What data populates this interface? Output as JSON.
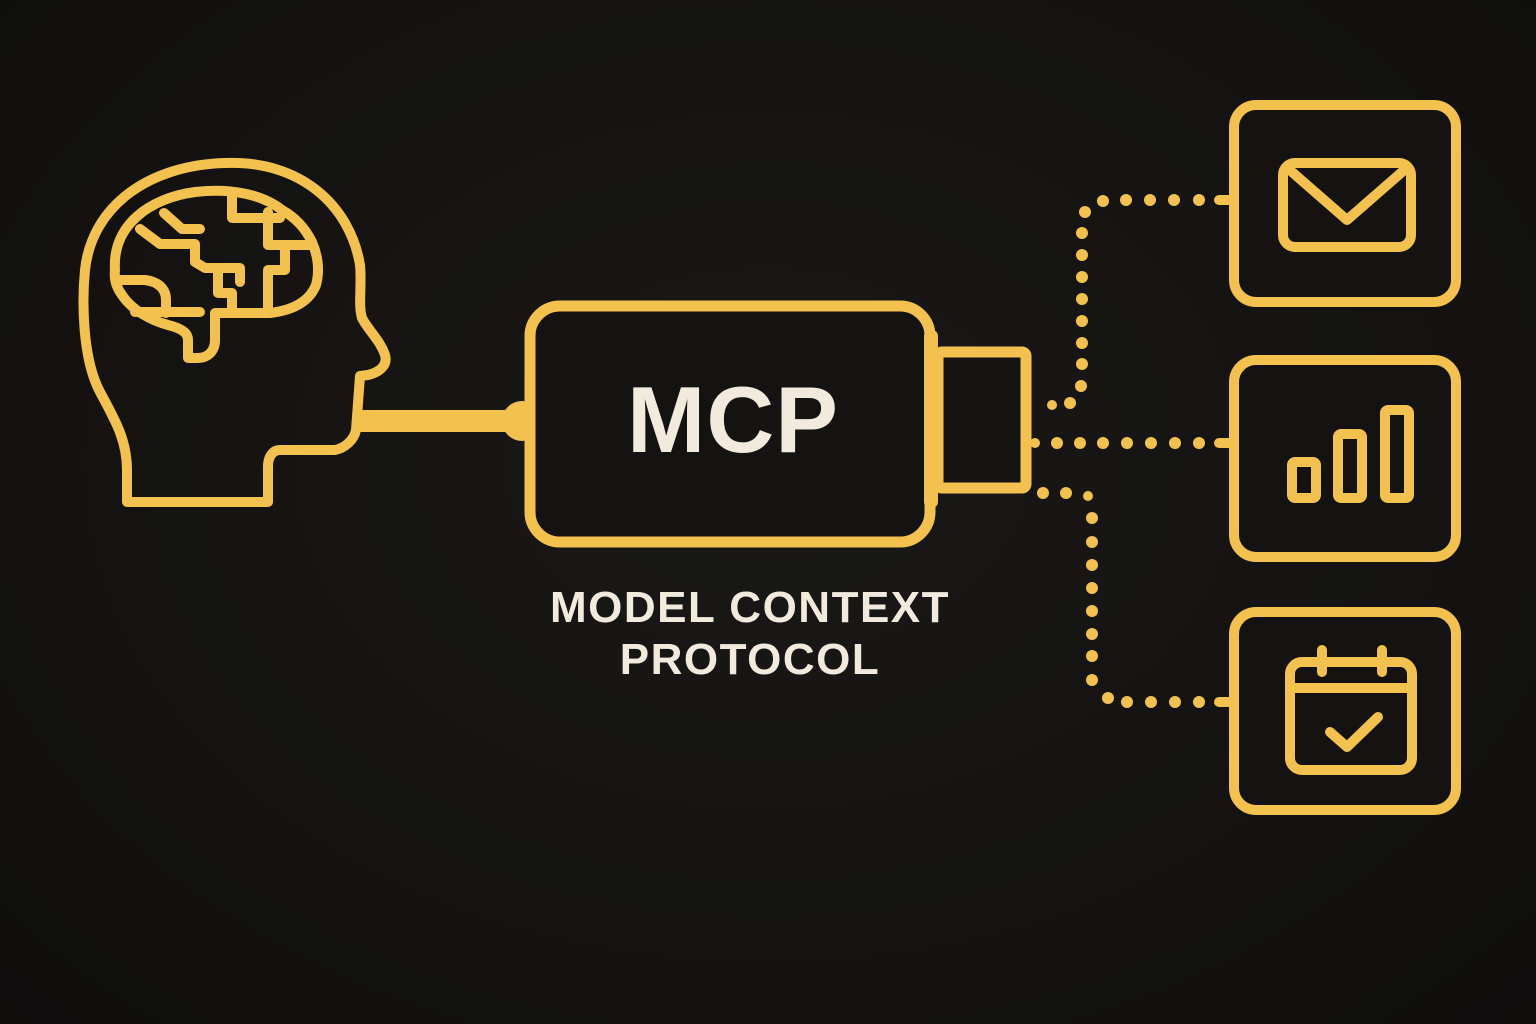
{
  "diagram": {
    "title": "MCP",
    "subtitle_line1": "MODEL CONTEXT",
    "subtitle_line2": "PROTOCOL",
    "nodes": [
      {
        "id": "ai-model",
        "icon": "head-brain-icon",
        "label": ""
      },
      {
        "id": "mcp-connector",
        "icon": "usb-plug-icon",
        "label": "MCP"
      },
      {
        "id": "tool-email",
        "icon": "envelope-icon",
        "label": ""
      },
      {
        "id": "tool-analytics",
        "icon": "bar-chart-icon",
        "label": ""
      },
      {
        "id": "tool-calendar",
        "icon": "calendar-check-icon",
        "label": ""
      }
    ],
    "edges": [
      {
        "from": "ai-model",
        "to": "mcp-connector",
        "style": "solid"
      },
      {
        "from": "mcp-connector",
        "to": "tool-email",
        "style": "dotted"
      },
      {
        "from": "mcp-connector",
        "to": "tool-analytics",
        "style": "dotted"
      },
      {
        "from": "mcp-connector",
        "to": "tool-calendar",
        "style": "dotted"
      }
    ]
  },
  "colors": {
    "background": "#141311",
    "accent": "#f2c14e",
    "text": "#f2eadd"
  }
}
